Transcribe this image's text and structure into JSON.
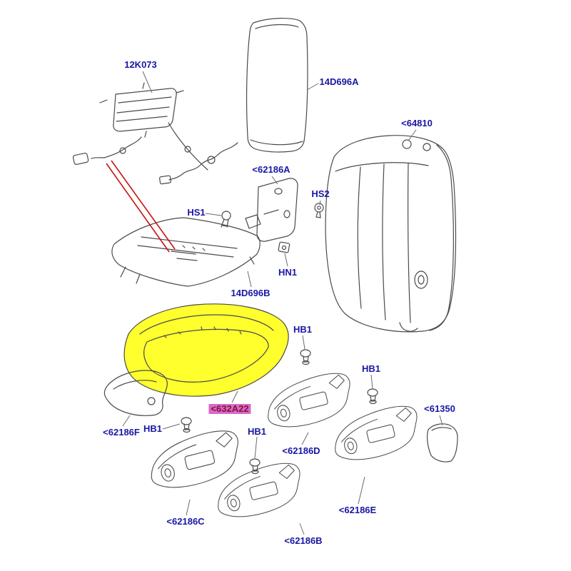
{
  "diagram": {
    "type": "exploded-parts-diagram",
    "subject": "front-seat-assembly",
    "colors": {
      "label": "#1a17a3",
      "line": "#4a4a4a",
      "red_leader": "#cc1111",
      "highlight_fill": "#ffff2e",
      "highlight_label_bg": "#d66bc8",
      "highlight_label_text": "#8a1038"
    },
    "labels": [
      {
        "text": "12K073"
      },
      {
        "text": "14D696A"
      },
      {
        "text": "<64810"
      },
      {
        "text": "<62186A"
      },
      {
        "text": "HS2"
      },
      {
        "text": "HS1"
      },
      {
        "text": "HN1"
      },
      {
        "text": "14D696B"
      },
      {
        "text": "HB1"
      },
      {
        "text": "HB1"
      },
      {
        "text": "<632A22",
        "highlighted": true
      },
      {
        "text": "<61350"
      },
      {
        "text": "HB1"
      },
      {
        "text": "<62186F"
      },
      {
        "text": "HB1"
      },
      {
        "text": "<62186D"
      },
      {
        "text": "<62186C"
      },
      {
        "text": "<62186E"
      },
      {
        "text": "<62186B"
      }
    ]
  }
}
